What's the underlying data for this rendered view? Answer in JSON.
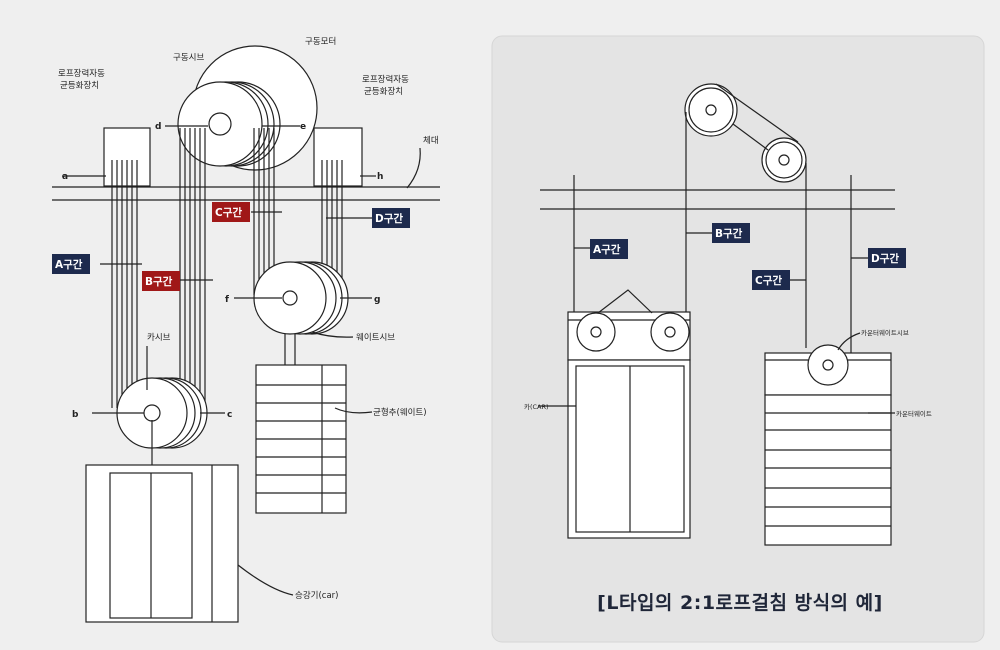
{
  "left": {
    "labels": {
      "drive_motor": "구동모터",
      "drive_sheave": "구동시브",
      "rope_fix_left": [
        "로프장력자동",
        "균등화장치"
      ],
      "rope_fix_right": [
        "로프장력자동",
        "균등화장치"
      ],
      "beam": "체대",
      "car_sheave": "카시브",
      "weight_sheave": "웨이트시브",
      "counterweight": "균형추(웨이트)",
      "car": "승강기(car)"
    },
    "letters": {
      "a": "a",
      "b": "b",
      "c": "c",
      "d": "d",
      "e": "e",
      "f": "f",
      "g": "g",
      "h": "h"
    },
    "sections": {
      "A": "A구간",
      "B": "B구간",
      "C": "C구간",
      "D": "D구간"
    }
  },
  "right": {
    "sections": {
      "A": "A구간",
      "B": "B구간",
      "C": "C구간",
      "D": "D구간"
    },
    "labels": {
      "car": "카(CAR)",
      "cw_sheave": "카운터웨이트시브",
      "cw_frame": "카운터웨이트"
    },
    "caption": "[L타입의 2:1로프걸침 방식의 예]"
  },
  "colors": {
    "navy": "#1d2a4d",
    "red": "#a01818",
    "line": "#222222",
    "panel": "#e4e4e4"
  }
}
